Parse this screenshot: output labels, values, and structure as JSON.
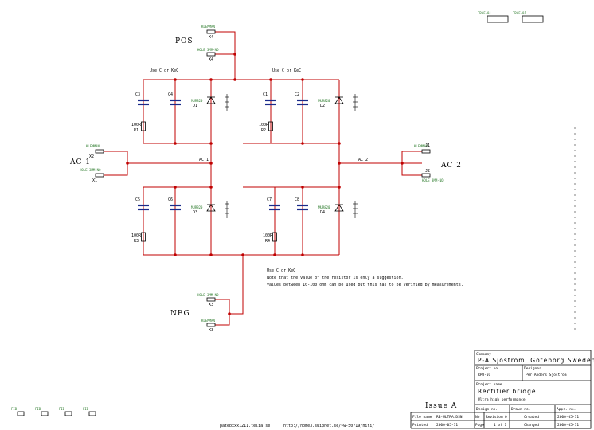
{
  "labels": {
    "pos": "POS",
    "neg": "NEG",
    "ac1": "AC 1",
    "ac2": "AC 2",
    "ac_1_net": "AC_1",
    "ac_2_net": "AC_2",
    "use_c_top_left": "Use C or KeC",
    "use_c_top_right": "Use C or KeC",
    "use_c_bottom": "Use C or KeC",
    "note1": "Note that the value of the resistor is only a suggestion.",
    "note2": "Values between 10-100 ohm can be used but this has to be verified by measurements.",
    "issue": "Issue A",
    "footer_email": "patebxxx1211.telia.se",
    "footer_url": "http://home3.swipnet.se/~w-50719/hifi/"
  },
  "components": {
    "c1": "C1",
    "c2": "C2",
    "c3": "C3",
    "c4": "C4",
    "c5": "C5",
    "c6": "C6",
    "c7": "C7",
    "c8": "C8",
    "r1": "R1",
    "r2": "R2",
    "r3": "R3",
    "r4": "R4",
    "d1": "D1",
    "d2": "D2",
    "d3": "D3",
    "d4": "D4",
    "res_val": "100R",
    "diode_part": "MUR820",
    "x1": "X1",
    "x2": "X2",
    "x3": "X3",
    "x4": "X4",
    "j1": "J1",
    "j2": "J2",
    "conn_pos": "KLEMMAN",
    "conn_neg": "HOLE 3MM-NO",
    "trf1": "TRAF-01",
    "trf2": "TRAF-01",
    "fid": "FID"
  },
  "title_block": {
    "company_label": "Company",
    "company": "P-A Sjöström, Göteborg Sweden",
    "project_no_label": "Project no.",
    "project_no": "RPB-01",
    "designer_label": "Designer",
    "designer": "Per-Anders Sjöström",
    "project_name_label": "Project name",
    "project_name": "Rectifier bridge",
    "project_sub": "Ultra high performance",
    "design_label": "Design no.",
    "drawn_label": "Drawn no.",
    "appr_label": "Appr. no.",
    "file_label": "File name",
    "file": "RB-ULTRA.DSN",
    "no_label": "No",
    "revision_label": "Revision",
    "revision": "0",
    "created_label": "Created",
    "created": "2000-05-11",
    "printed_label": "Printed",
    "printed": "2000-05-11",
    "page_label": "Page",
    "page": "1 of 1",
    "changed_label": "Changed",
    "changed": "2000-05-11"
  }
}
